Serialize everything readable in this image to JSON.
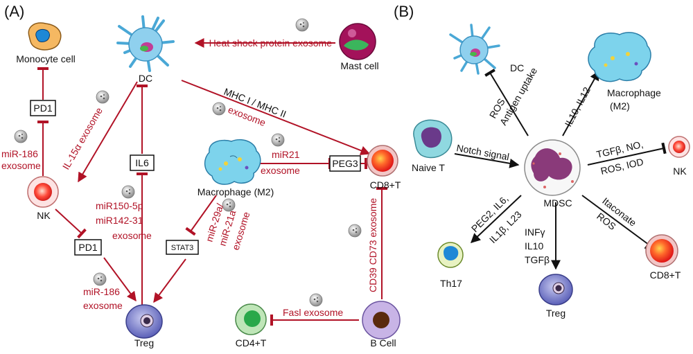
{
  "panels": {
    "a": "(A)",
    "b": "(B)"
  },
  "colors": {
    "inhibit_red": "#b11226",
    "arrow_black": "#111111"
  },
  "panel_a": {
    "cells": {
      "monocyte": "Monocyte cell",
      "dc": "DC",
      "mast": "Mast cell",
      "nk": "NK",
      "macrophage": "Macrophage (M2)",
      "cd8": "CD8+T",
      "treg": "Treg",
      "cd4": "CD4+T",
      "bcell": "B Cell"
    },
    "boxes": {
      "pd1_top": "PD1",
      "il6": "IL6",
      "peg3": "PEG3",
      "pd1_bottom": "PD1",
      "stat3": "STAT3"
    },
    "labels": {
      "heat_shock": "Heat shock protein exosome",
      "mhc": "MHC I / MHC II",
      "mhc_exosome": "exosome",
      "il15": "IL-15α exosome",
      "mir186_a1": "miR-186",
      "mir186_a2": "exosome",
      "mir21_1": "miR21",
      "mir21_2": "exosome",
      "mir150_1": "miR150-5p",
      "mir150_2": "miR142-31",
      "mir150_3": "exosome",
      "mir29_1": "miR-29a/",
      "mir29_2": "miR-21a",
      "mir29_3": "exosome",
      "cd39": "CD39 CD73 exosome",
      "mir186_b1": "miR-186",
      "mir186_b2": "exosome",
      "fasl": "Fasl exosome"
    }
  },
  "panel_b": {
    "cells": {
      "dc": "DC",
      "macrophage_1": "Macrophage",
      "macrophage_2": "(M2)",
      "naive_t": "Naive T",
      "mdsc": "MDSC",
      "nk": "NK",
      "th17": "Th17",
      "treg": "Treg",
      "cd8": "CD8+T"
    },
    "labels": {
      "antigen": "Antigen uptake",
      "ros_dc": "ROS",
      "il10_il12": "IL10, IL12",
      "notch": "Notch signal",
      "tgfb_1": "TGFβ, NO,",
      "tgfb_2": "ROS, IOD",
      "peg2_1": "PEG2, IL6,",
      "peg2_2": "IL1β, L23",
      "infg_1": "INFγ",
      "infg_2": "IL10",
      "infg_3": "TGFβ",
      "itaconate": "Itaconate",
      "ros_cd8": "ROS"
    }
  }
}
